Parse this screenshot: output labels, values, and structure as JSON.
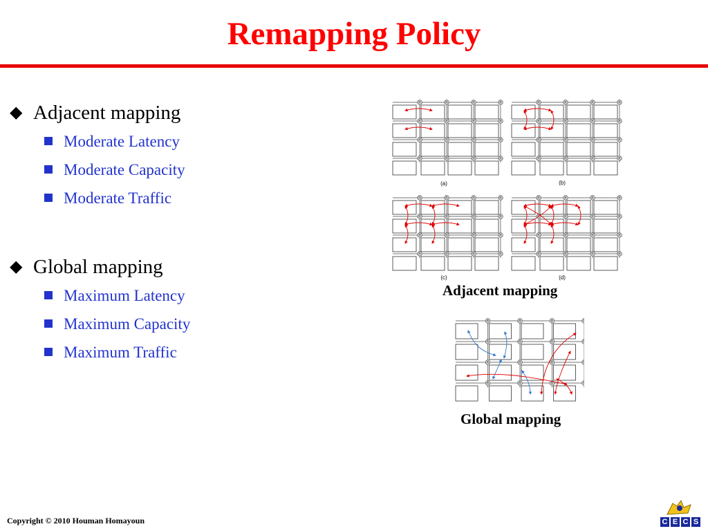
{
  "slide": {
    "title": "Remapping Policy",
    "footer": "Copyright © 2010 Houman Homayoun"
  },
  "bullets": [
    {
      "label": "Adjacent mapping",
      "items": [
        "Moderate Latency",
        "Moderate Capacity",
        "Moderate Traffic"
      ]
    },
    {
      "label": "Global mapping",
      "items": [
        "Maximum Latency",
        "Maximum Capacity",
        "Maximum Traffic"
      ]
    }
  ],
  "figures": {
    "adjacent": {
      "caption": "Adjacent mapping",
      "panels": [
        {
          "label": "(a)"
        },
        {
          "label": "(b)"
        },
        {
          "label": "(c)"
        },
        {
          "label": "(d)"
        }
      ],
      "router_label": "R"
    },
    "global": {
      "caption": "Global mapping"
    }
  },
  "logo": {
    "letters": [
      "C",
      "E",
      "C",
      "S"
    ]
  },
  "colors": {
    "title": "#ff0000",
    "sub_bullet": "#2233cc",
    "arrow_red": "#e00000",
    "arrow_blue": "#3377cc"
  }
}
